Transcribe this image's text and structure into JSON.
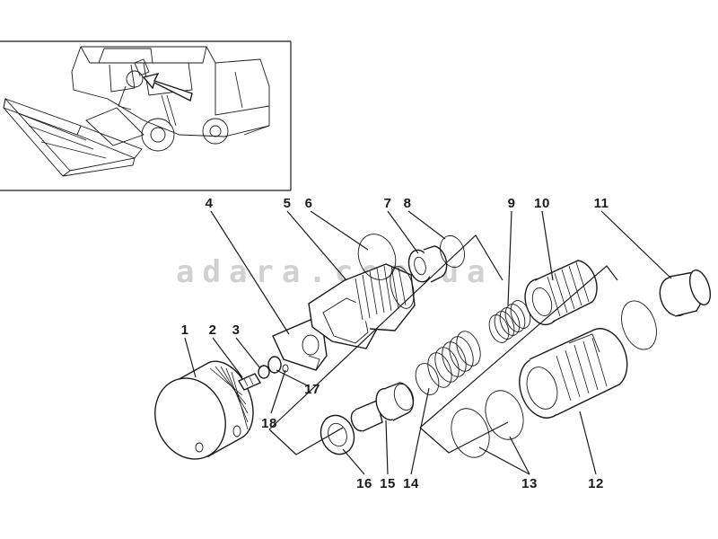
{
  "watermark": "adara.com.ua",
  "callouts": [
    {
      "id": "1",
      "text": "1"
    },
    {
      "id": "2",
      "text": "2"
    },
    {
      "id": "3",
      "text": "3"
    },
    {
      "id": "4",
      "text": "4"
    },
    {
      "id": "5",
      "text": "5"
    },
    {
      "id": "6",
      "text": "6"
    },
    {
      "id": "7",
      "text": "7"
    },
    {
      "id": "8",
      "text": "8"
    },
    {
      "id": "9",
      "text": "9"
    },
    {
      "id": "10",
      "text": "10"
    },
    {
      "id": "11",
      "text": "11"
    },
    {
      "id": "12",
      "text": "12"
    },
    {
      "id": "13",
      "text": "13"
    },
    {
      "id": "14",
      "text": "14"
    },
    {
      "id": "15",
      "text": "15"
    },
    {
      "id": "16",
      "text": "16"
    },
    {
      "id": "17",
      "text": "17"
    },
    {
      "id": "18",
      "text": "18"
    }
  ]
}
